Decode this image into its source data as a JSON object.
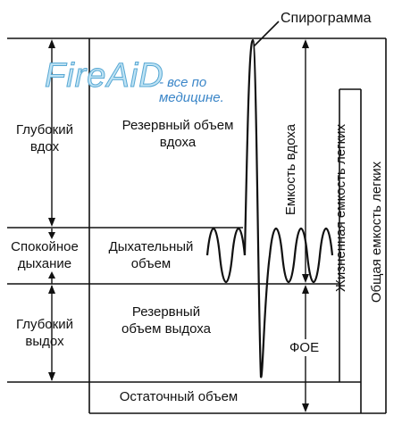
{
  "title": "Спирограмма",
  "watermark": {
    "brand": "FireAiD",
    "tagline": "- все по медицине."
  },
  "left_labels": {
    "deep_inhale": "Глубокий вдох",
    "calm_breathing": "Спокойное дыхание",
    "deep_exhale": "Глубокий выдох"
  },
  "volumes": {
    "inspiratory_reserve": "Резервный объем вдоха",
    "tidal": "Дыхательный объем",
    "expiratory_reserve": "Резервный объем выдоха",
    "residual": "Остаточный объем"
  },
  "capacities": {
    "inspiratory": "Емкость вдоха",
    "frc": "ФОЕ",
    "vital": "Жизненная емкость легких",
    "total": "Общая емкость легких"
  },
  "colors": {
    "line": "#111111",
    "watermark_fill": "#bfe3f4",
    "watermark_stroke": "#58a8d4",
    "watermark_text": "#3b86c8"
  }
}
